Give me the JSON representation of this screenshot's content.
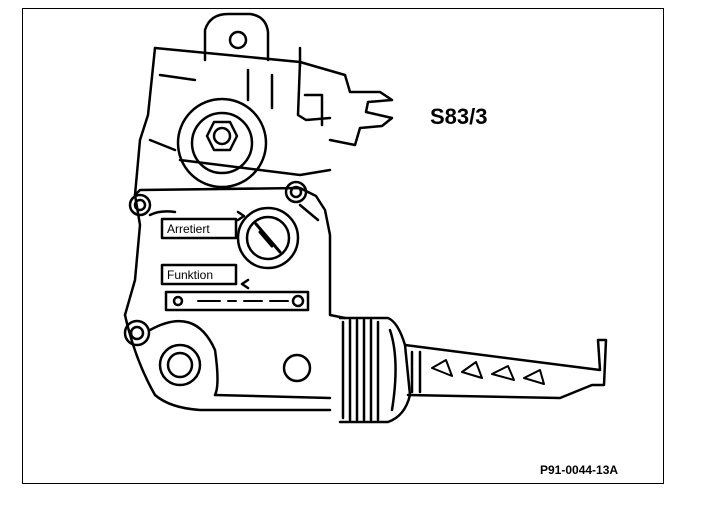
{
  "component_label": "S83/3",
  "figure_code": "P91-0044-13A",
  "labels": {
    "locked": "Arretiert",
    "function": "Funktion"
  },
  "colors": {
    "line": "#000000",
    "background": "#ffffff"
  }
}
